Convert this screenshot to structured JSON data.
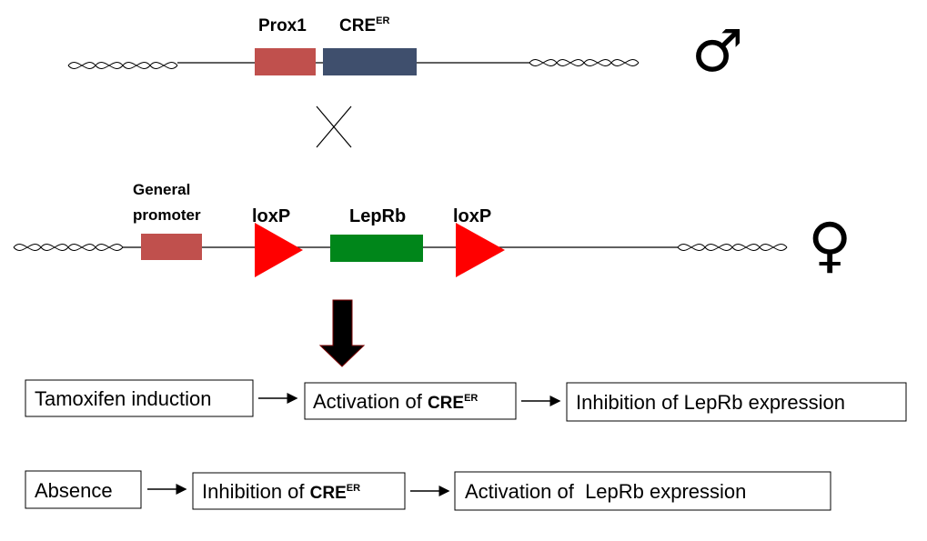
{
  "male_construct": {
    "gene1": "Prox1",
    "gene2_main": "CRE",
    "gene2_sup": "ER",
    "symbol": "♂"
  },
  "female_construct": {
    "promoter_line1": "General",
    "promoter_line2": "promoter",
    "loxp_left": "loxP",
    "gene": "LepRb",
    "loxp_right": "loxP",
    "symbol": "♀"
  },
  "flow_row1": {
    "box1": "Tamoxifen induction",
    "box2_prefix": "Activation of ",
    "box2_main": "CRE",
    "box2_sup": "ER",
    "box3": "Inhibition of LepRb expression"
  },
  "flow_row2": {
    "box1": "Absence",
    "box2_prefix": "Inhibition of ",
    "box2_main": "CRE",
    "box2_sup": "ER",
    "box3": "Activation of  LepRb expression"
  },
  "colors": {
    "prox1": "#c0504d",
    "cre": "#3f4f6d",
    "promoter": "#c0504d",
    "leprb": "#00861a",
    "loxp": "#ff0000",
    "arrow": "#000000"
  }
}
